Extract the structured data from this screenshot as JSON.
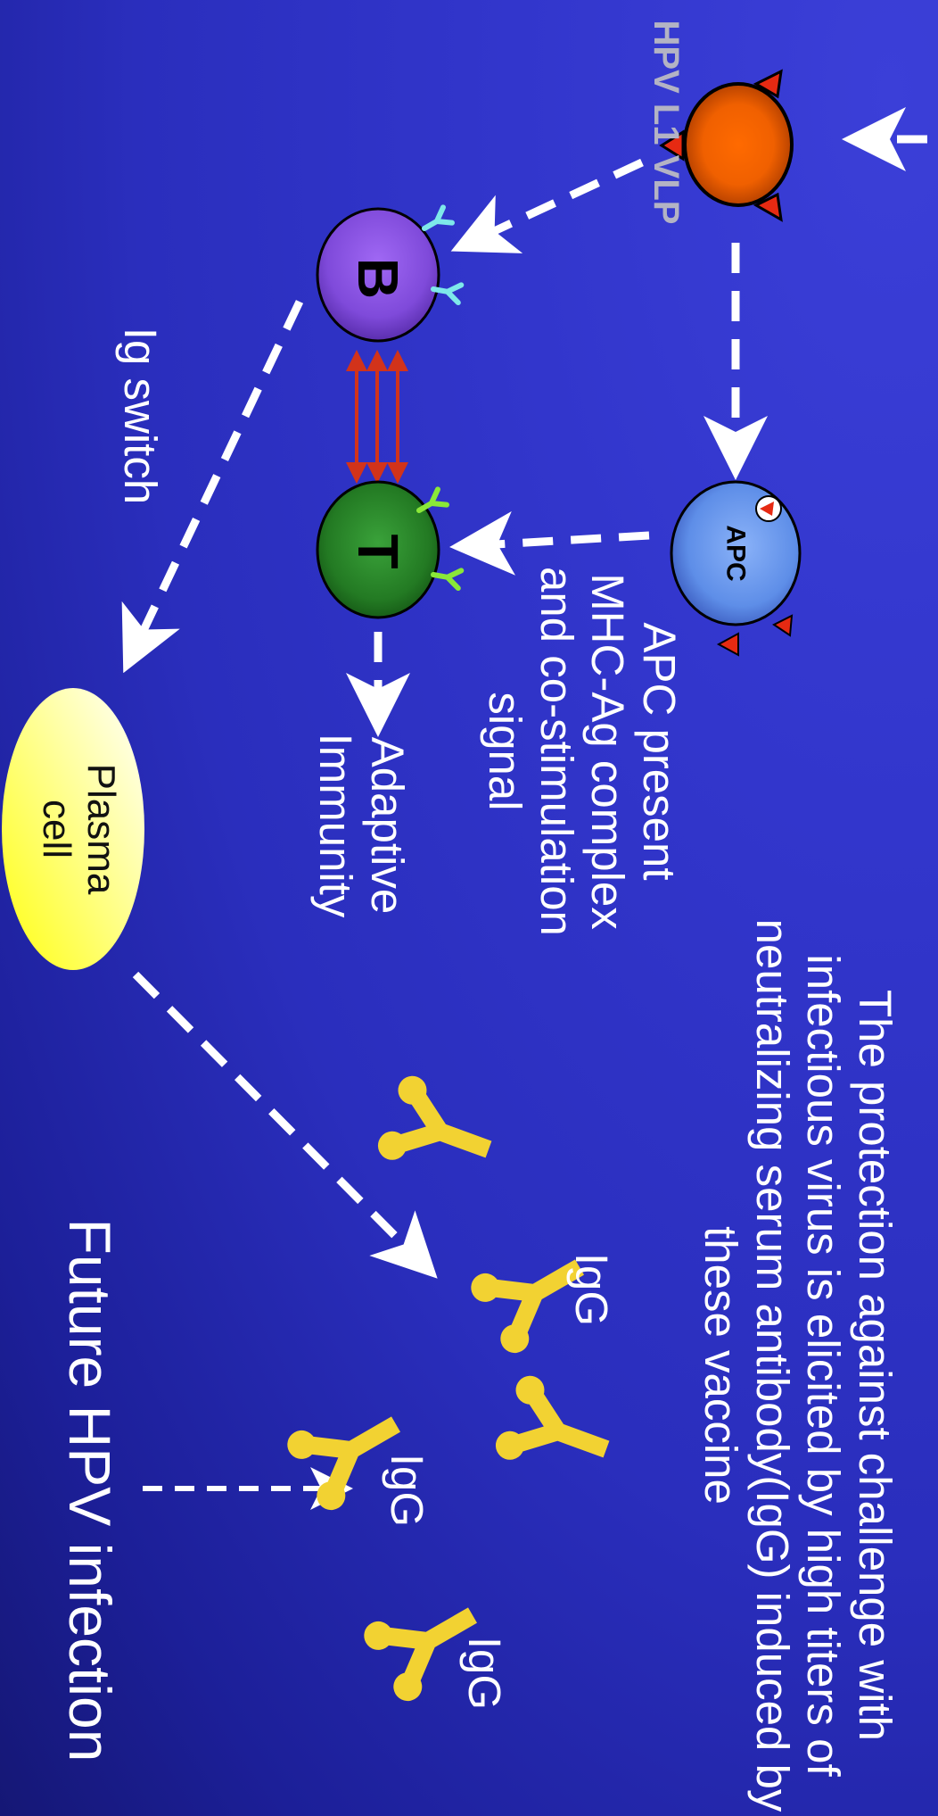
{
  "labels": {
    "vlp": "HPV L1 VLP",
    "protection": "The protection against challenge with\ninfectious virus is elicited by high titers of\nneutralizing serum antibody(IgG) induced by\nthese vaccine",
    "apc_present": "APC present\nMHC-Ag complex\nand co-stimulation\nsignal",
    "adaptive": "Adaptive\nImmunity",
    "ig_switch": "Ig switch",
    "future": "Future HPV infection",
    "igg": [
      "IgG",
      "IgG",
      "IgG"
    ]
  },
  "cells": {
    "apc": "APC",
    "b_cell": "B",
    "t_cell": "T",
    "plasma": "Plasma\ncell"
  },
  "colors": {
    "background": "#2e32c8",
    "vlp_fill": "#ff6a00",
    "vlp_spike": "#e62a12",
    "apc_fill": "#6f9cf0",
    "b_cell_fill": "#8a52e8",
    "t_cell_fill": "#2b8a2b",
    "plasma_fill": "#f0f46a",
    "antibody_yellow": "#f2d232",
    "b_receptor": "#7ee8ea",
    "t_receptor": "#8ae838",
    "interaction_arrows": "#d2331a",
    "text": "#ffffff",
    "vlp_label": "#b3b3c4"
  }
}
